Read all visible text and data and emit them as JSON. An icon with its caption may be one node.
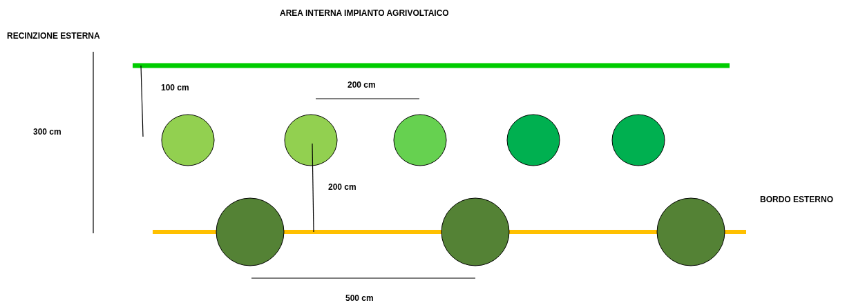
{
  "diagram": {
    "title": "AREA INTERNA IMPIANTO AGRIVOLTAICO",
    "labels": [
      "RECINZIONE ESTERNA",
      "100 cm",
      "200 cm",
      "300 cm",
      "200 cm",
      "BORDO ESTERNO",
      "500 cm"
    ]
  }
}
